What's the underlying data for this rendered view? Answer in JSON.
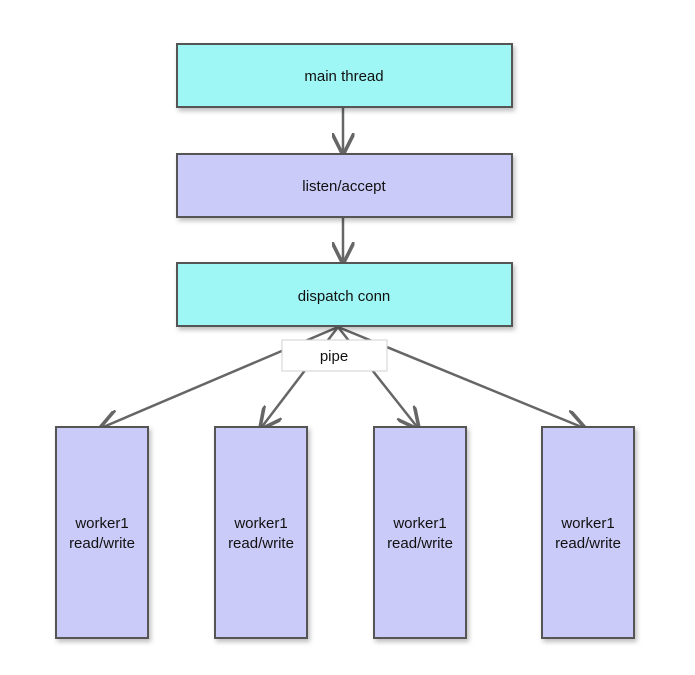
{
  "colors": {
    "cyan_box": "#9ef7f5",
    "lavender_box": "#cbcbf9",
    "border": "#555555",
    "arrow": "#666666",
    "pipe_label_bg": "#ffffff"
  },
  "nodes": {
    "main_thread": "main thread",
    "listen_accept": "listen/accept",
    "dispatch_conn": "dispatch conn",
    "pipe_label": "pipe"
  },
  "workers": [
    {
      "line1": "worker1",
      "line2": "read/write"
    },
    {
      "line1": "worker1",
      "line2": "read/write"
    },
    {
      "line1": "worker1",
      "line2": "read/write"
    },
    {
      "line1": "worker1",
      "line2": "read/write"
    }
  ]
}
